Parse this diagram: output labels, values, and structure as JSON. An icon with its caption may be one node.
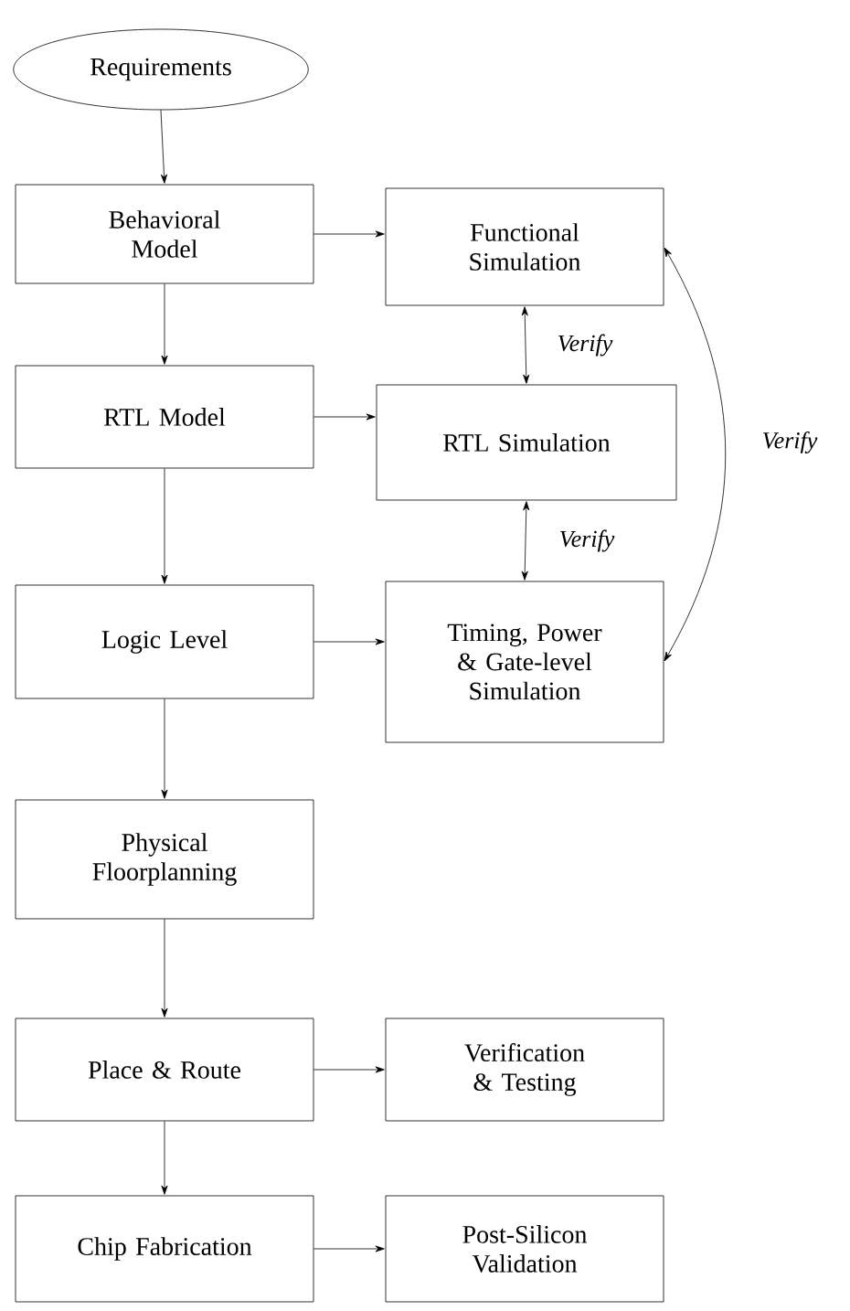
{
  "diagram": {
    "nodes": [
      {
        "text": [
          "Requirements"
        ]
      },
      {
        "text": [
          "Behavioral Model"
        ]
      },
      {
        "text": [
          "Functional Simulation"
        ]
      },
      {
        "text": [
          "RTL Model"
        ]
      },
      {
        "text": [
          "RTL Simulation"
        ]
      },
      {
        "text": [
          "Logic Level"
        ]
      },
      {
        "text": [
          "Timing, Power & Gate-level Simulation"
        ]
      },
      {
        "text": [
          "Physical Floorplanning"
        ]
      },
      {
        "text": [
          "Place & Route"
        ]
      },
      {
        "text": [
          "Verification & Testing"
        ]
      },
      {
        "text": [
          "Chip Fabrication"
        ]
      },
      {
        "text": [
          "Post-Silicon Validation"
        ]
      }
    ],
    "edges": [
      {
        "from": 0,
        "to": 1,
        "arrow": "to"
      },
      {
        "from": 1,
        "to": 2,
        "arrow": "to"
      },
      {
        "from": 1,
        "to": 3,
        "arrow": "to"
      },
      {
        "from": 2,
        "to": 4,
        "arrow": "both",
        "label": "Verify"
      },
      {
        "from": 3,
        "to": 4,
        "arrow": "to"
      },
      {
        "from": 3,
        "to": 5,
        "arrow": "to"
      },
      {
        "from": 4,
        "to": 6,
        "arrow": "both",
        "label": "Verify"
      },
      {
        "from": 5,
        "to": 6,
        "arrow": "to"
      },
      {
        "from": 2,
        "to": 6,
        "arrow": "both",
        "label": "Verify"
      },
      {
        "from": 5,
        "to": 7,
        "arrow": "to"
      },
      {
        "from": 7,
        "to": 8,
        "arrow": "to"
      },
      {
        "from": 8,
        "to": 9,
        "arrow": "to"
      },
      {
        "from": 8,
        "to": 10,
        "arrow": "to"
      },
      {
        "from": 10,
        "to": 11,
        "arrow": "to"
      }
    ]
  }
}
